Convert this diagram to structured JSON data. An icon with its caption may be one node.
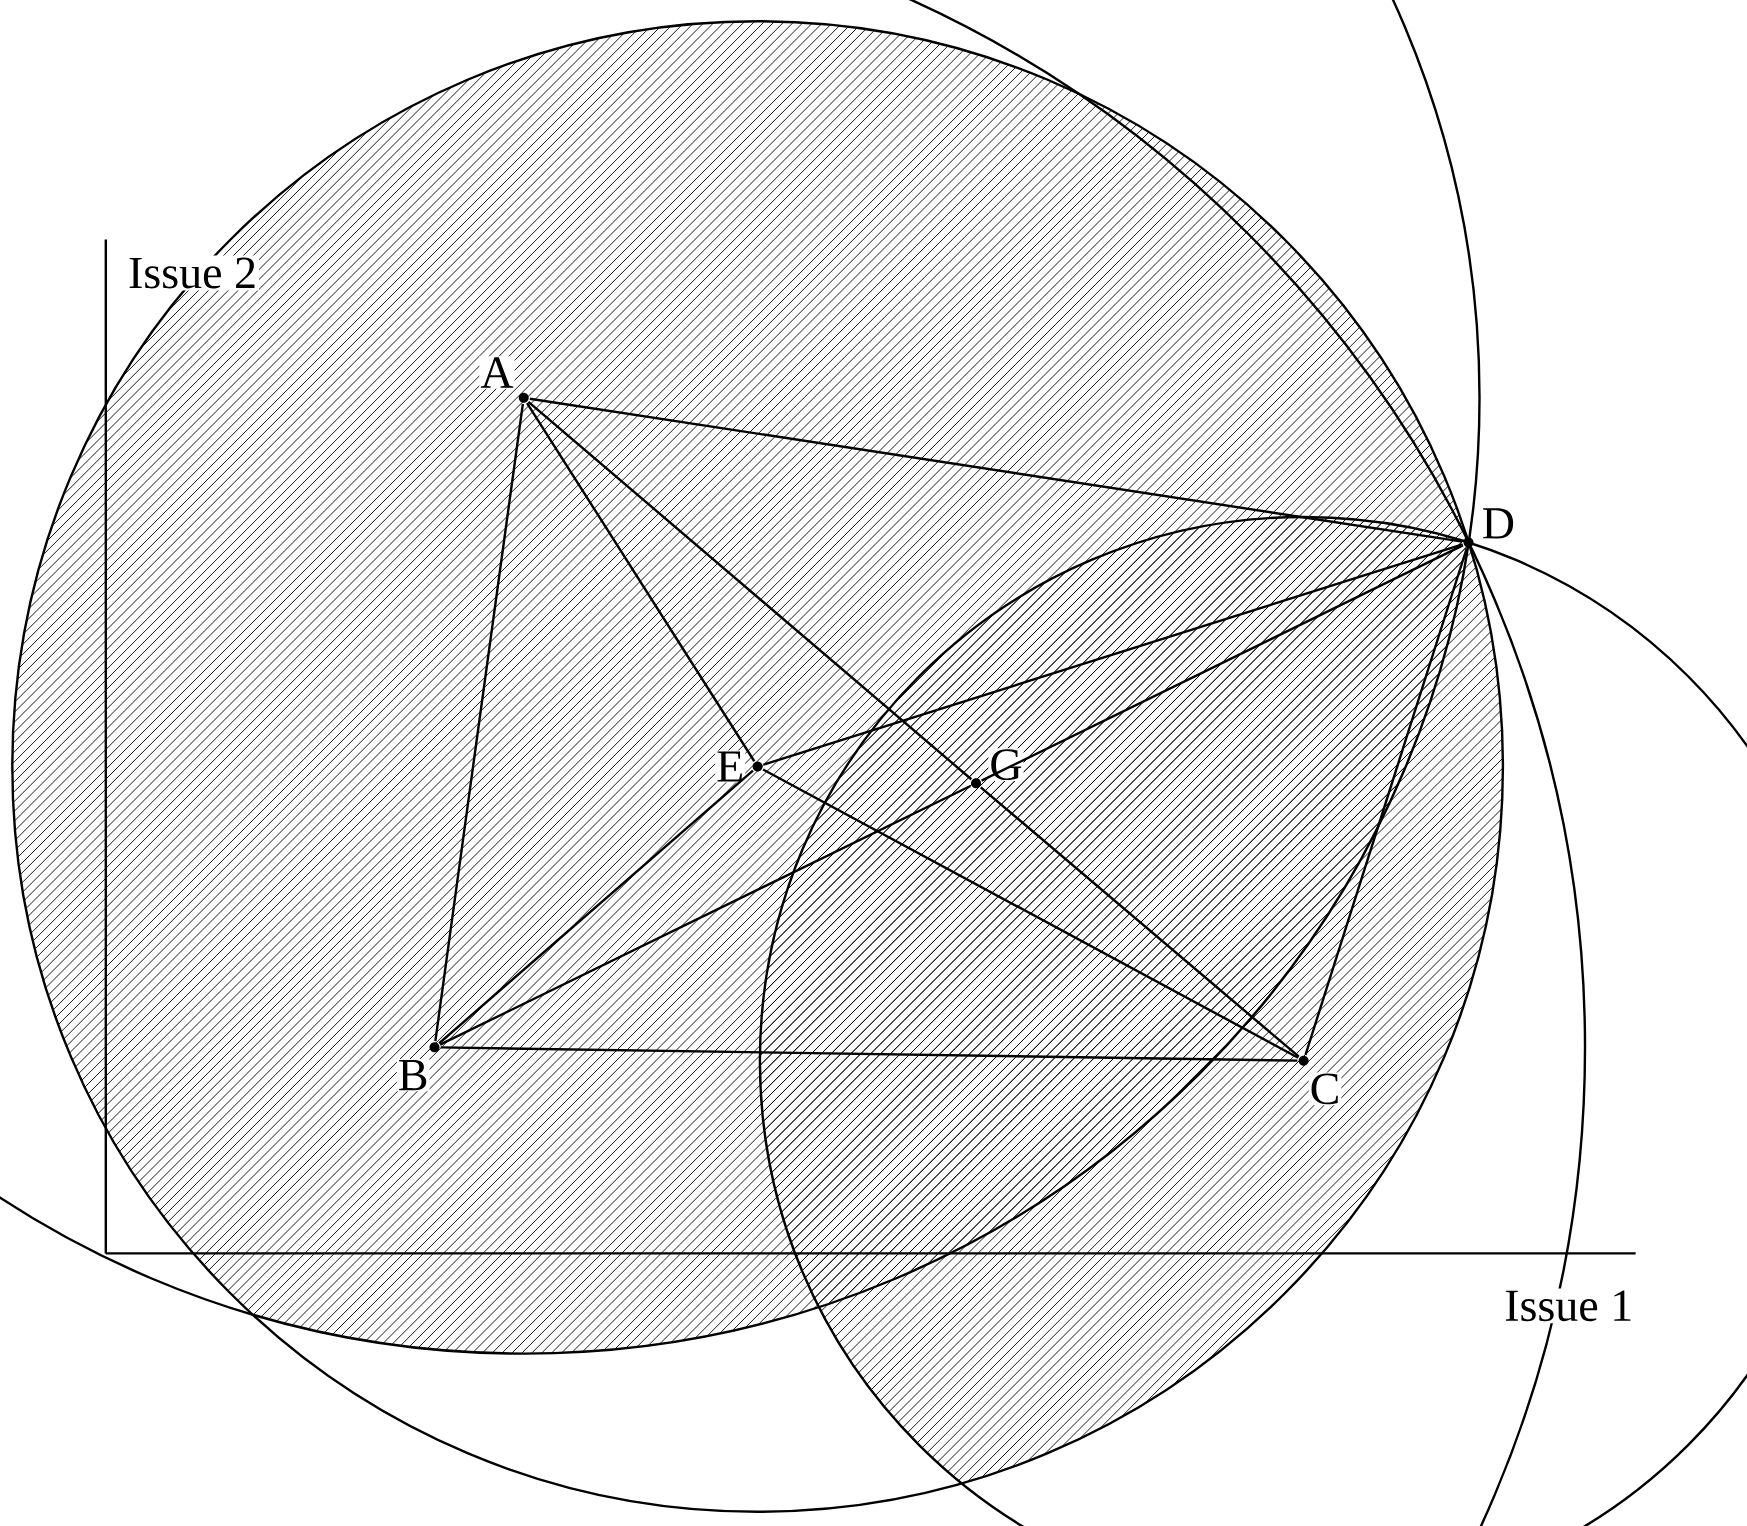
{
  "diagram": {
    "nodes": [
      {
        "text": [
          "A"
        ]
      },
      {
        "text": [
          "B"
        ]
      },
      {
        "text": [
          "C"
        ]
      },
      {
        "text": [
          "D"
        ]
      },
      {
        "text": [
          "E"
        ]
      },
      {
        "text": [
          "G"
        ]
      }
    ],
    "edges": [
      {
        "from": 0,
        "to": 1,
        "arrow": "none"
      },
      {
        "from": 0,
        "to": 3,
        "arrow": "none"
      },
      {
        "from": 0,
        "to": 4,
        "arrow": "none"
      },
      {
        "from": 0,
        "to": 5,
        "arrow": "none"
      },
      {
        "from": 5,
        "to": 2,
        "arrow": "none"
      },
      {
        "from": 1,
        "to": 2,
        "arrow": "none"
      },
      {
        "from": 1,
        "to": 4,
        "arrow": "none"
      },
      {
        "from": 1,
        "to": 5,
        "arrow": "none"
      },
      {
        "from": 5,
        "to": 3,
        "arrow": "none"
      },
      {
        "from": 2,
        "to": 3,
        "arrow": "none"
      },
      {
        "from": 4,
        "to": 3,
        "arrow": "none"
      },
      {
        "from": 4,
        "to": 2,
        "arrow": "none"
      }
    ],
    "labels": [
      "Issue 2",
      "Issue 1"
    ]
  }
}
